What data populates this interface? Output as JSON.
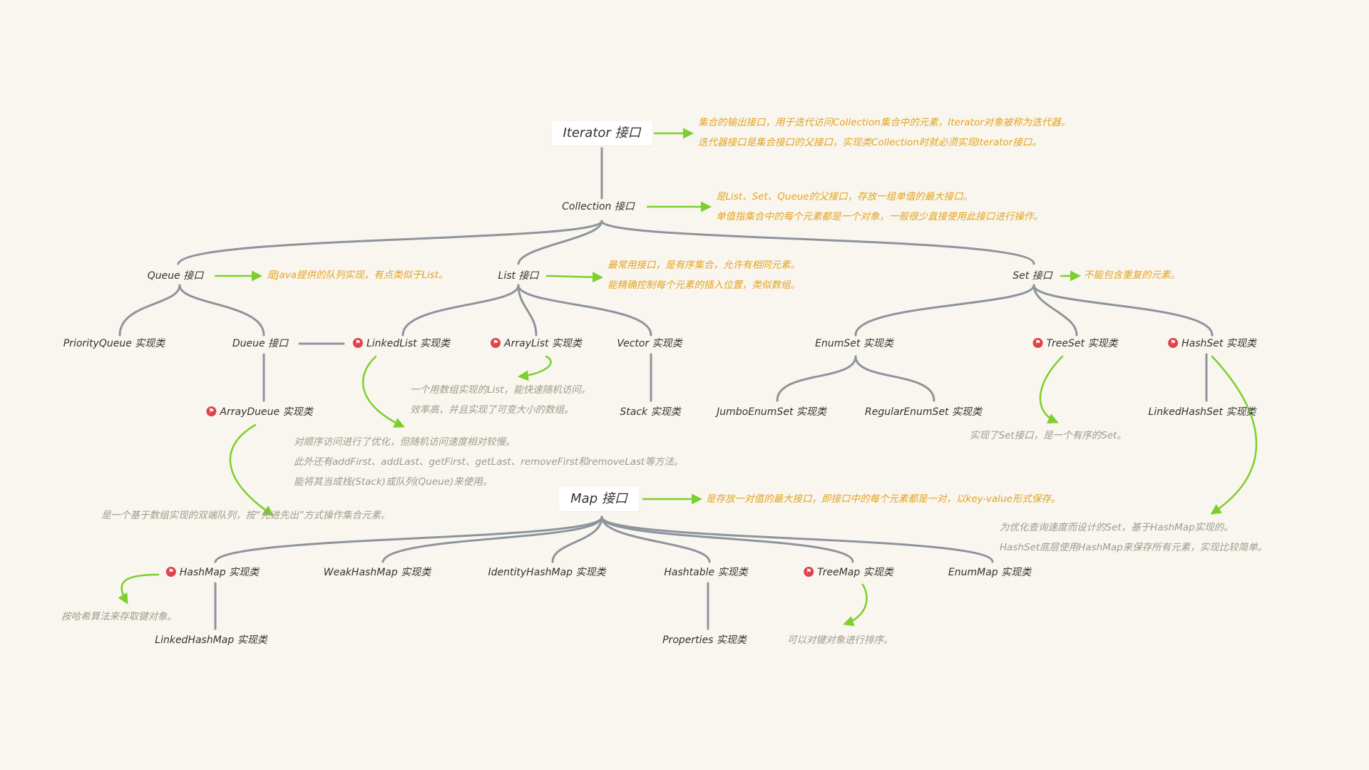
{
  "colors": {
    "background": "#f9f6ef",
    "branch": "#8d949c",
    "arrow": "#7ccf2c",
    "note": "#e3a31f",
    "note_muted": "#9c9c8c",
    "flag": "#e0424c"
  },
  "nodes": {
    "iterator": "Iterator 接口",
    "collection": "Collection 接口",
    "queue": "Queue 接口",
    "list": "List 接口",
    "set": "Set 接口",
    "priorityqueue": "PriorityQueue 实现类",
    "dueue": "Dueue 接口",
    "linkedlist": "LinkedList 实现类",
    "arraylist": "ArrayList 实现类",
    "vector": "Vector 实现类",
    "arraydueue": "ArrayDueue 实现类",
    "stack": "Stack 实现类",
    "enumset": "EnumSet 实现类",
    "treeset": "TreeSet 实现类",
    "hashset": "HashSet 实现类",
    "jumboenumset": "JumboEnumSet 实现类",
    "regularenumset": "RegularEnumSet 实现类",
    "linkedhashset": "LinkedHashSet 实现类",
    "map": "Map 接口",
    "hashmap": "HashMap 实现类",
    "weakhashmap": "WeakHashMap 实现类",
    "identityhashmap": "IdentityHashMap 实现类",
    "hashtable": "Hashtable 实现类",
    "treemap": "TreeMap 实现类",
    "enummap": "EnumMap 实现类",
    "linkedhashmap": "LinkedHashMap 实现类",
    "properties": "Properties 实现类"
  },
  "notes": {
    "iterator": [
      "集合的输出接口，用于迭代访问Collection集合中的元素，Iterator对象被称为迭代器。",
      "迭代器接口是集合接口的父接口，实现类Collection时就必须实现Iterator接口。"
    ],
    "collection": [
      "是List、Set、Queue的父接口，存放一组单值的最大接口。",
      "单值指集合中的每个元素都是一个对象，一般很少直接使用此接口进行操作。"
    ],
    "queue": [
      "是Java提供的队列实现，有点类似于List。"
    ],
    "list": [
      "最常用接口，是有序集合，允许有相同元素。",
      "能精确控制每个元素的插入位置，类似数组。"
    ],
    "set": [
      "不能包含重复的元素。"
    ],
    "arraylist": [
      "一个用数组实现的List，能快速随机访问。",
      "效率高，并且实现了可变大小的数组。"
    ],
    "linkedlist": [
      "对顺序访问进行了优化，但随机访问速度相对较慢。",
      "此外还有addFirst、addLast、getFirst、getLast、removeFirst和removeLast等方法。",
      "能将其当成栈(Stack)或队列(Queue)来使用。"
    ],
    "arraydueue": [
      "是一个基于数组实现的双端队列，按“先进先出”方式操作集合元素。"
    ],
    "treeset": [
      "实现了Set接口，是一个有序的Set。"
    ],
    "hashset": [
      "为优化查询速度而设计的Set，基于HashMap实现的。",
      "HashSet底层使用HashMap来保存所有元素，实现比较简单。"
    ],
    "map": [
      "是存放一对值的最大接口，即接口中的每个元素都是一对，以key-value形式保存。"
    ],
    "hashmap": [
      "按哈希算法来存取键对象。"
    ],
    "treemap": [
      "可以对键对象进行排序。"
    ]
  },
  "flag_icon": "flag-icon"
}
